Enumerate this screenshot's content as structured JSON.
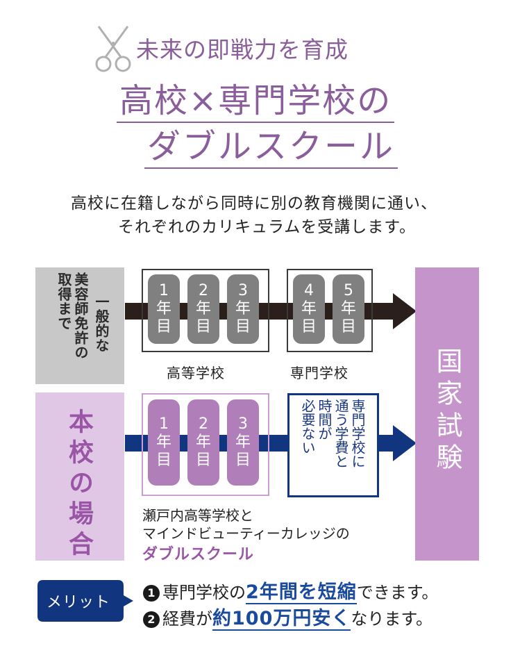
{
  "header": {
    "tagline": "未来の即戦力を育成",
    "title_line1": "高校×専門学校の",
    "title_line2": "ダブルスクール",
    "desc_line1": "高校に在籍しながら同時に別の教育機関に通い、",
    "desc_line2": "それぞれのカリキュラムを受講します。"
  },
  "general_row": {
    "label_col1": "美容師免許の",
    "label_col2": "取得まで",
    "label_col3": "一般的な",
    "high_school_caption": "高等学校",
    "vocational_caption": "専門学校",
    "hs_years": [
      {
        "num": "1",
        "a": "年",
        "b": "目"
      },
      {
        "num": "2",
        "a": "年",
        "b": "目"
      },
      {
        "num": "3",
        "a": "年",
        "b": "目"
      }
    ],
    "vocational_years": [
      {
        "num": "4",
        "a": "年",
        "b": "目"
      },
      {
        "num": "5",
        "a": "年",
        "b": "目"
      }
    ]
  },
  "our_row": {
    "label": "本校の場合",
    "years": [
      {
        "num": "1",
        "a": "年",
        "b": "目"
      },
      {
        "num": "2",
        "a": "年",
        "b": "目"
      },
      {
        "num": "3",
        "a": "年",
        "b": "目"
      }
    ],
    "no_need_col1": "専門",
    "no_need_col2": "学校に",
    "no_need_col3": "通う",
    "no_need_col4": "時間が",
    "no_need_line_a": "専門学校に",
    "no_need_line_b": "通う学費と",
    "no_need_line_c": "時間が",
    "no_need_line_d": "必要ない",
    "desc_line1": "瀬戸内高等学校と",
    "desc_line2": "マインドビューティーカレッジの",
    "desc_line3": "ダブルスクール"
  },
  "exam": {
    "label": "国家試験"
  },
  "merit": {
    "badge": "メリット",
    "item1_num": "1",
    "item1_pre": "専門学校の",
    "item1_hl": "2年間を短縮",
    "item1_post": "できます。",
    "item2_num": "2",
    "item2_pre": "経費が",
    "item2_hl": "約100万円安く",
    "item2_post": "なります。"
  },
  "colors": {
    "purple": "#8a5e9a",
    "light_purple": "#e1c7e6",
    "exam_purple": "#c594ca",
    "navy": "#11357e",
    "gray": "#808080"
  }
}
